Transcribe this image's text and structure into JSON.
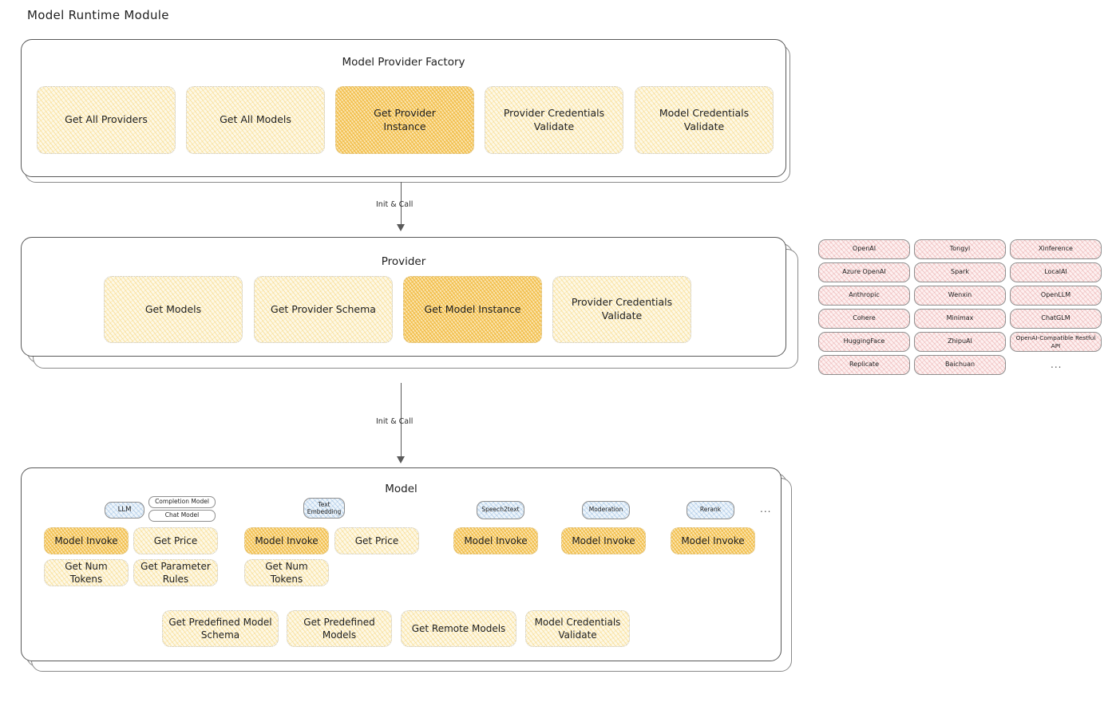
{
  "page": {
    "title": "Model Runtime Module"
  },
  "sections": [
    {
      "id": "model-provider-factory",
      "title": "Model Provider Factory",
      "boxes": [
        {
          "label": "Get All Providers",
          "highlight": false
        },
        {
          "label": "Get All Models",
          "highlight": false
        },
        {
          "label": "Get Provider\nInstance",
          "highlight": true
        },
        {
          "label": "Provider Credentials\nValidate",
          "highlight": false
        },
        {
          "label": "Model Credentials\nValidate",
          "highlight": false
        }
      ]
    },
    {
      "id": "provider",
      "title": "Provider",
      "boxes": [
        {
          "label": "Get Models",
          "highlight": false
        },
        {
          "label": "Get Provider Schema",
          "highlight": false
        },
        {
          "label": "Get Model Instance",
          "highlight": true
        },
        {
          "label": "Provider Credentials\nValidate",
          "highlight": false
        }
      ]
    },
    {
      "id": "model",
      "title": "Model"
    }
  ],
  "arrows": [
    {
      "id": "factory-to-provider",
      "label": "Init & Call"
    },
    {
      "id": "provider-to-model",
      "label": "Init & Call"
    }
  ],
  "provider_list": {
    "columns": [
      {
        "items": [
          "OpenAI",
          "Azure OpenAI",
          "Anthropic",
          "Cohere",
          "HuggingFace",
          "Replicate"
        ]
      },
      {
        "items": [
          "Tongyi",
          "Spark",
          "Wenxin",
          "Minimax",
          "ZhipuAI",
          "Baichuan"
        ]
      },
      {
        "items": [
          "Xinference",
          "LocalAI",
          "OpenLLM",
          "ChatGLM",
          "OpenAI-Compatible Restful API"
        ]
      }
    ],
    "more": "..."
  },
  "model_types": [
    {
      "id": "llm",
      "label": "LLM",
      "sub_labels": [
        "Completion Model",
        "Chat Model"
      ],
      "methods_row1": [
        "Model Invoke",
        "Get Price"
      ],
      "methods_row2": [
        "Get Num Tokens",
        "Get Parameter\nRules"
      ]
    },
    {
      "id": "text-embedding",
      "label": "Text\nEmbedding",
      "sub_labels": [],
      "methods_row1": [
        "Model Invoke",
        "Get Price"
      ],
      "methods_row2": [
        "Get Num Tokens"
      ]
    },
    {
      "id": "speech2text",
      "label": "Speech2text",
      "sub_labels": [],
      "methods_row1": [
        "Model Invoke"
      ],
      "methods_row2": []
    },
    {
      "id": "moderation",
      "label": "Moderation",
      "sub_labels": [],
      "methods_row1": [
        "Model Invoke"
      ],
      "methods_row2": []
    },
    {
      "id": "rerank",
      "label": "Rerank",
      "sub_labels": [],
      "methods_row1": [
        "Model Invoke"
      ],
      "methods_row2": []
    }
  ],
  "model_types_more": "...",
  "model_shared_methods": [
    "Get Predefined Model\nSchema",
    "Get Predefined\nModels",
    "Get Remote Models",
    "Model Credentials\nValidate"
  ],
  "colors": {
    "highlight_fill": "#fbe6b2",
    "light_fill": "#fdf8e6",
    "provider_chip_fill": "#fdf0f0",
    "model_type_chip_fill": "#eef5fb",
    "stroke": "#595959",
    "text": "#1e1e1e"
  }
}
